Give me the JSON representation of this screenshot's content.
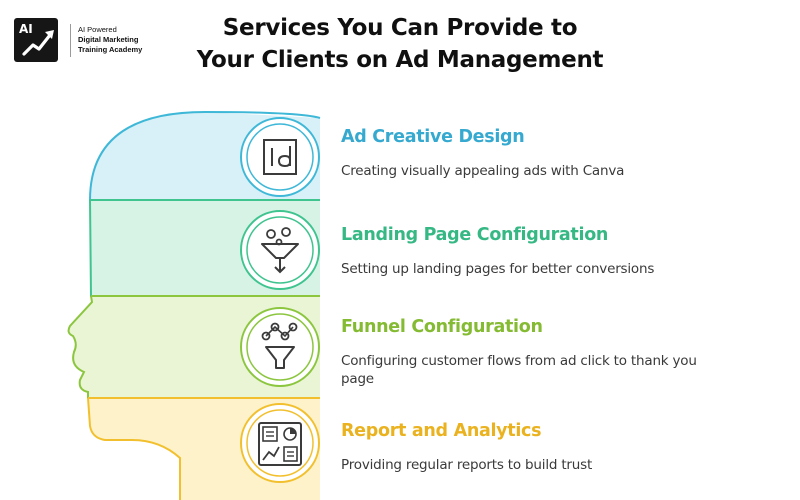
{
  "brand": {
    "badge": "AI",
    "line1": "AI Powered",
    "line2": "Digital Marketing",
    "line3": "Training Academy"
  },
  "title": {
    "line1": "Services You Can Provide to",
    "line2": "Your Clients on Ad Management"
  },
  "colors": {
    "blue": "#3fb8d8",
    "blue_fill": "#d8f0f7",
    "teal": "#3fc48f",
    "teal_fill": "#d7f3e6",
    "green": "#8cc63f",
    "green_fill": "#eaf5d6",
    "yellow": "#f2c02e",
    "yellow_fill": "#fdf2c9"
  },
  "services": [
    {
      "title": "Ad Creative Design",
      "description": "Creating visually appealing ads with Canva",
      "icon": "id-design-icon",
      "color": "#35a9cf"
    },
    {
      "title": "Landing Page Configuration",
      "description": "Setting up landing pages for better conversions",
      "icon": "funnel-filter-icon",
      "color": "#36b884"
    },
    {
      "title": "Funnel Configuration",
      "description": "Configuring customer flows from ad click to thank you page",
      "icon": "funnel-network-icon",
      "color": "#84bb32"
    },
    {
      "title": "Report and Analytics",
      "description": "Providing regular reports to build trust",
      "icon": "report-dashboard-icon",
      "color": "#eab21f"
    }
  ]
}
